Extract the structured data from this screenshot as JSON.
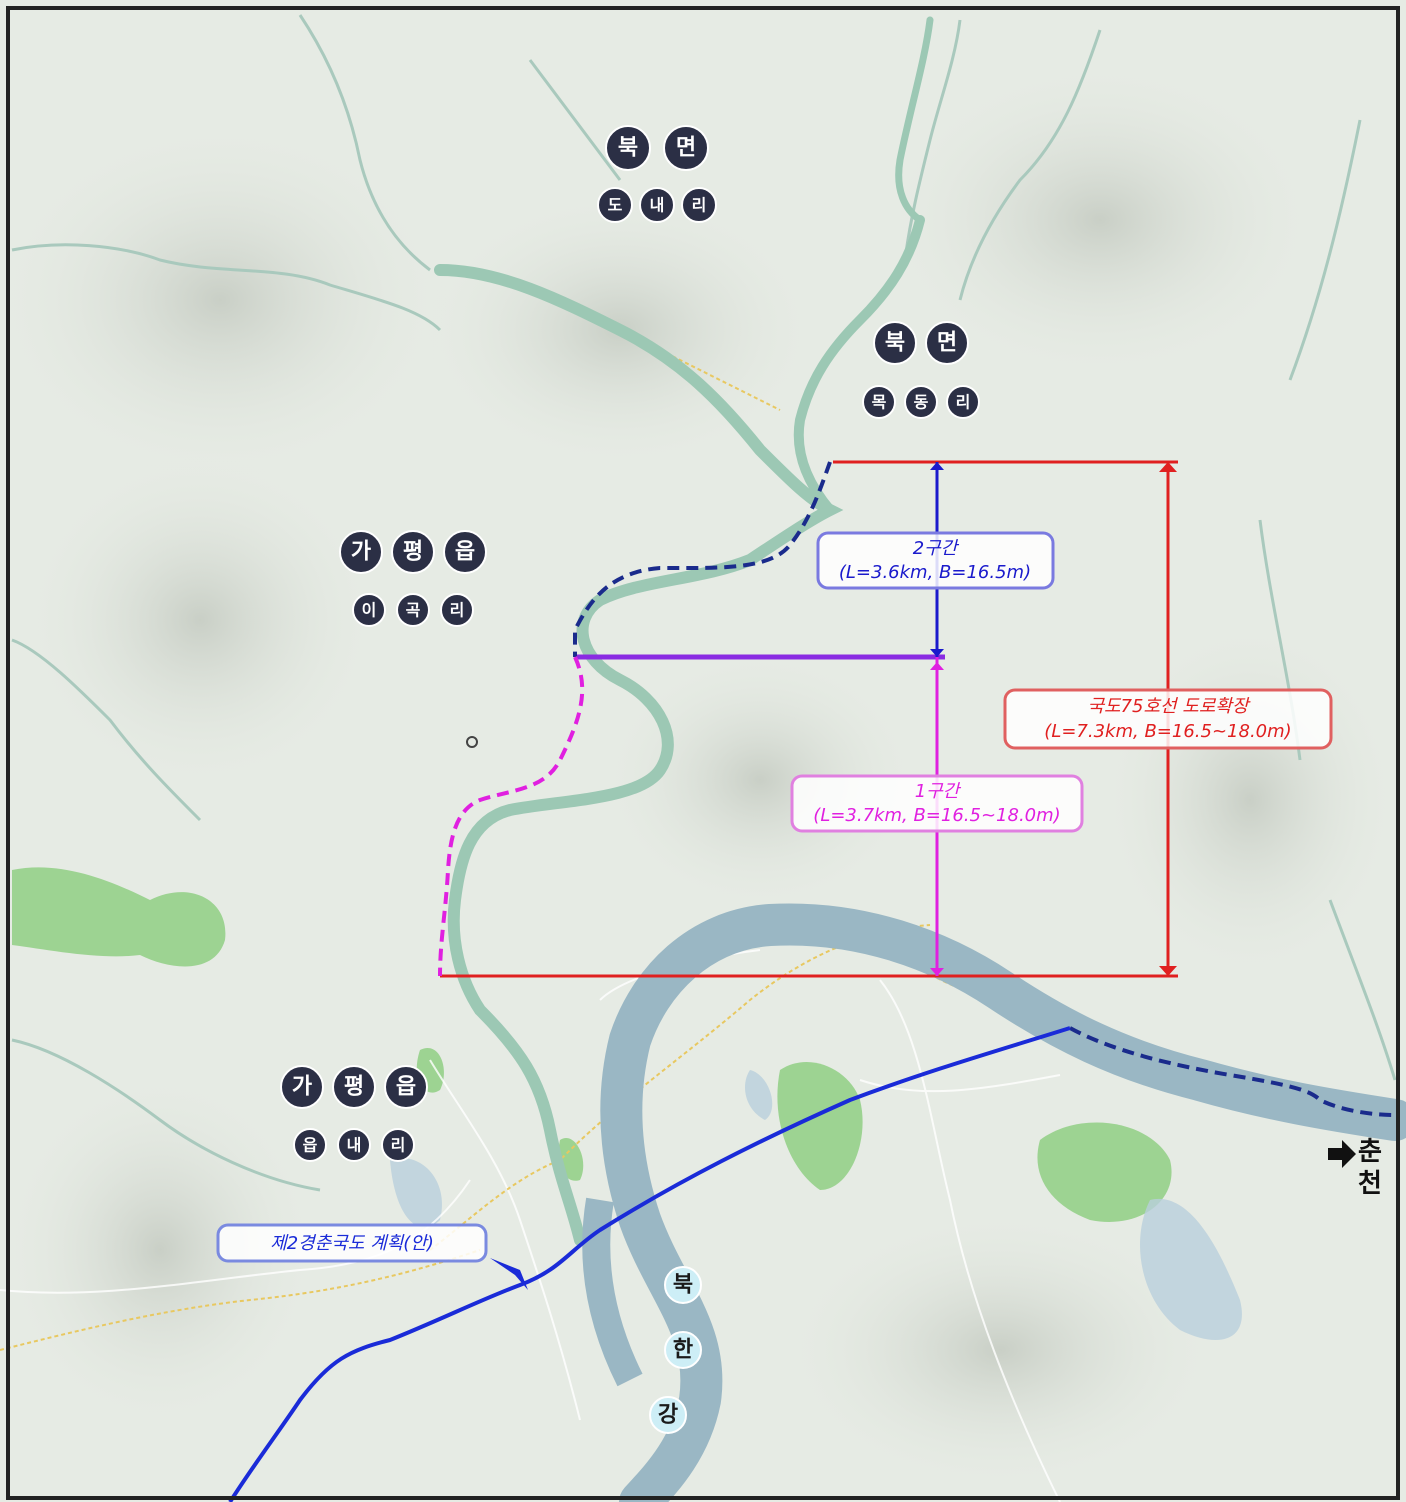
{
  "places": [
    {
      "id": "bukmyeon-1",
      "name": [
        "북",
        "면"
      ],
      "sub": [
        "도",
        "내",
        "리"
      ]
    },
    {
      "id": "bukmyeon-2",
      "name": [
        "북",
        "면"
      ],
      "sub": [
        "목",
        "동",
        "리"
      ]
    },
    {
      "id": "gapyeong-1",
      "name": [
        "가",
        "평",
        "읍"
      ],
      "sub": [
        "이",
        "곡",
        "리"
      ]
    },
    {
      "id": "gapyeong-2",
      "name": [
        "가",
        "평",
        "읍"
      ],
      "sub": [
        "읍",
        "내",
        "리"
      ]
    }
  ],
  "river_name": [
    "북",
    "한",
    "강"
  ],
  "sections": {
    "section2": {
      "title": "2구간",
      "detail": "(L=3.6km, B=16.5m)",
      "color": "#1a1acc"
    },
    "section1": {
      "title": "1구간",
      "detail": "(L=3.7km, B=16.5~18.0m)",
      "color": "#e020e0"
    },
    "total": {
      "title": "국도75호선 도로확장",
      "detail": "(L=7.3km, B=16.5~18.0m)",
      "color": "#e02020"
    }
  },
  "plan_label": "제2경춘국도 계획(안)",
  "destination": [
    "춘",
    "천"
  ],
  "colors": {
    "river": "#9ab7c4",
    "stream": "#9cc8b4",
    "terrain": "#e6ebe4",
    "forest": "#8fcf84",
    "section2": "#1a1acc",
    "section1": "#e020e0",
    "total": "#e02020",
    "plan_route": "#1a2bd8"
  },
  "icons": [
    "arrow-right-icon"
  ]
}
